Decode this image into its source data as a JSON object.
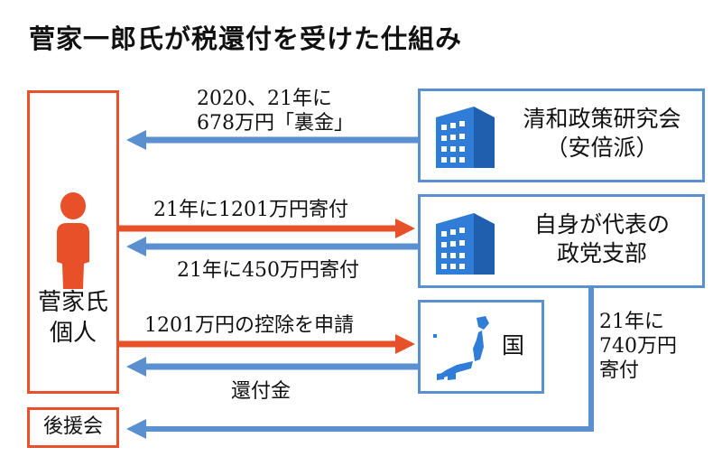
{
  "title": "菅家一郎氏が税還付を受けた仕組み",
  "nodes": {
    "individual": {
      "line1": "菅家氏",
      "line2": "個人"
    },
    "koenkai": "後援会",
    "seiwakai": {
      "line1": "清和政策研究会",
      "line2": "（安倍派）"
    },
    "branch": {
      "line1": "自身が代表の",
      "line2": "政党支部"
    },
    "kuni": "国"
  },
  "flows": {
    "uragane": {
      "line1": "2020、21年に",
      "line2": "678万円「裏金」"
    },
    "donation_to_branch": "21年に1201万円寄付",
    "donation_from_branch": "21年に450万円寄付",
    "deduction": "1201万円の控除を申請",
    "refund": "還付金",
    "donation_to_koenkai": {
      "line1": "21年に",
      "line2": "740万円",
      "line3": "寄付"
    }
  },
  "colors": {
    "red": "#e8502a",
    "blue": "#5a8fd0",
    "icon_blue": "#2f7dd6"
  }
}
